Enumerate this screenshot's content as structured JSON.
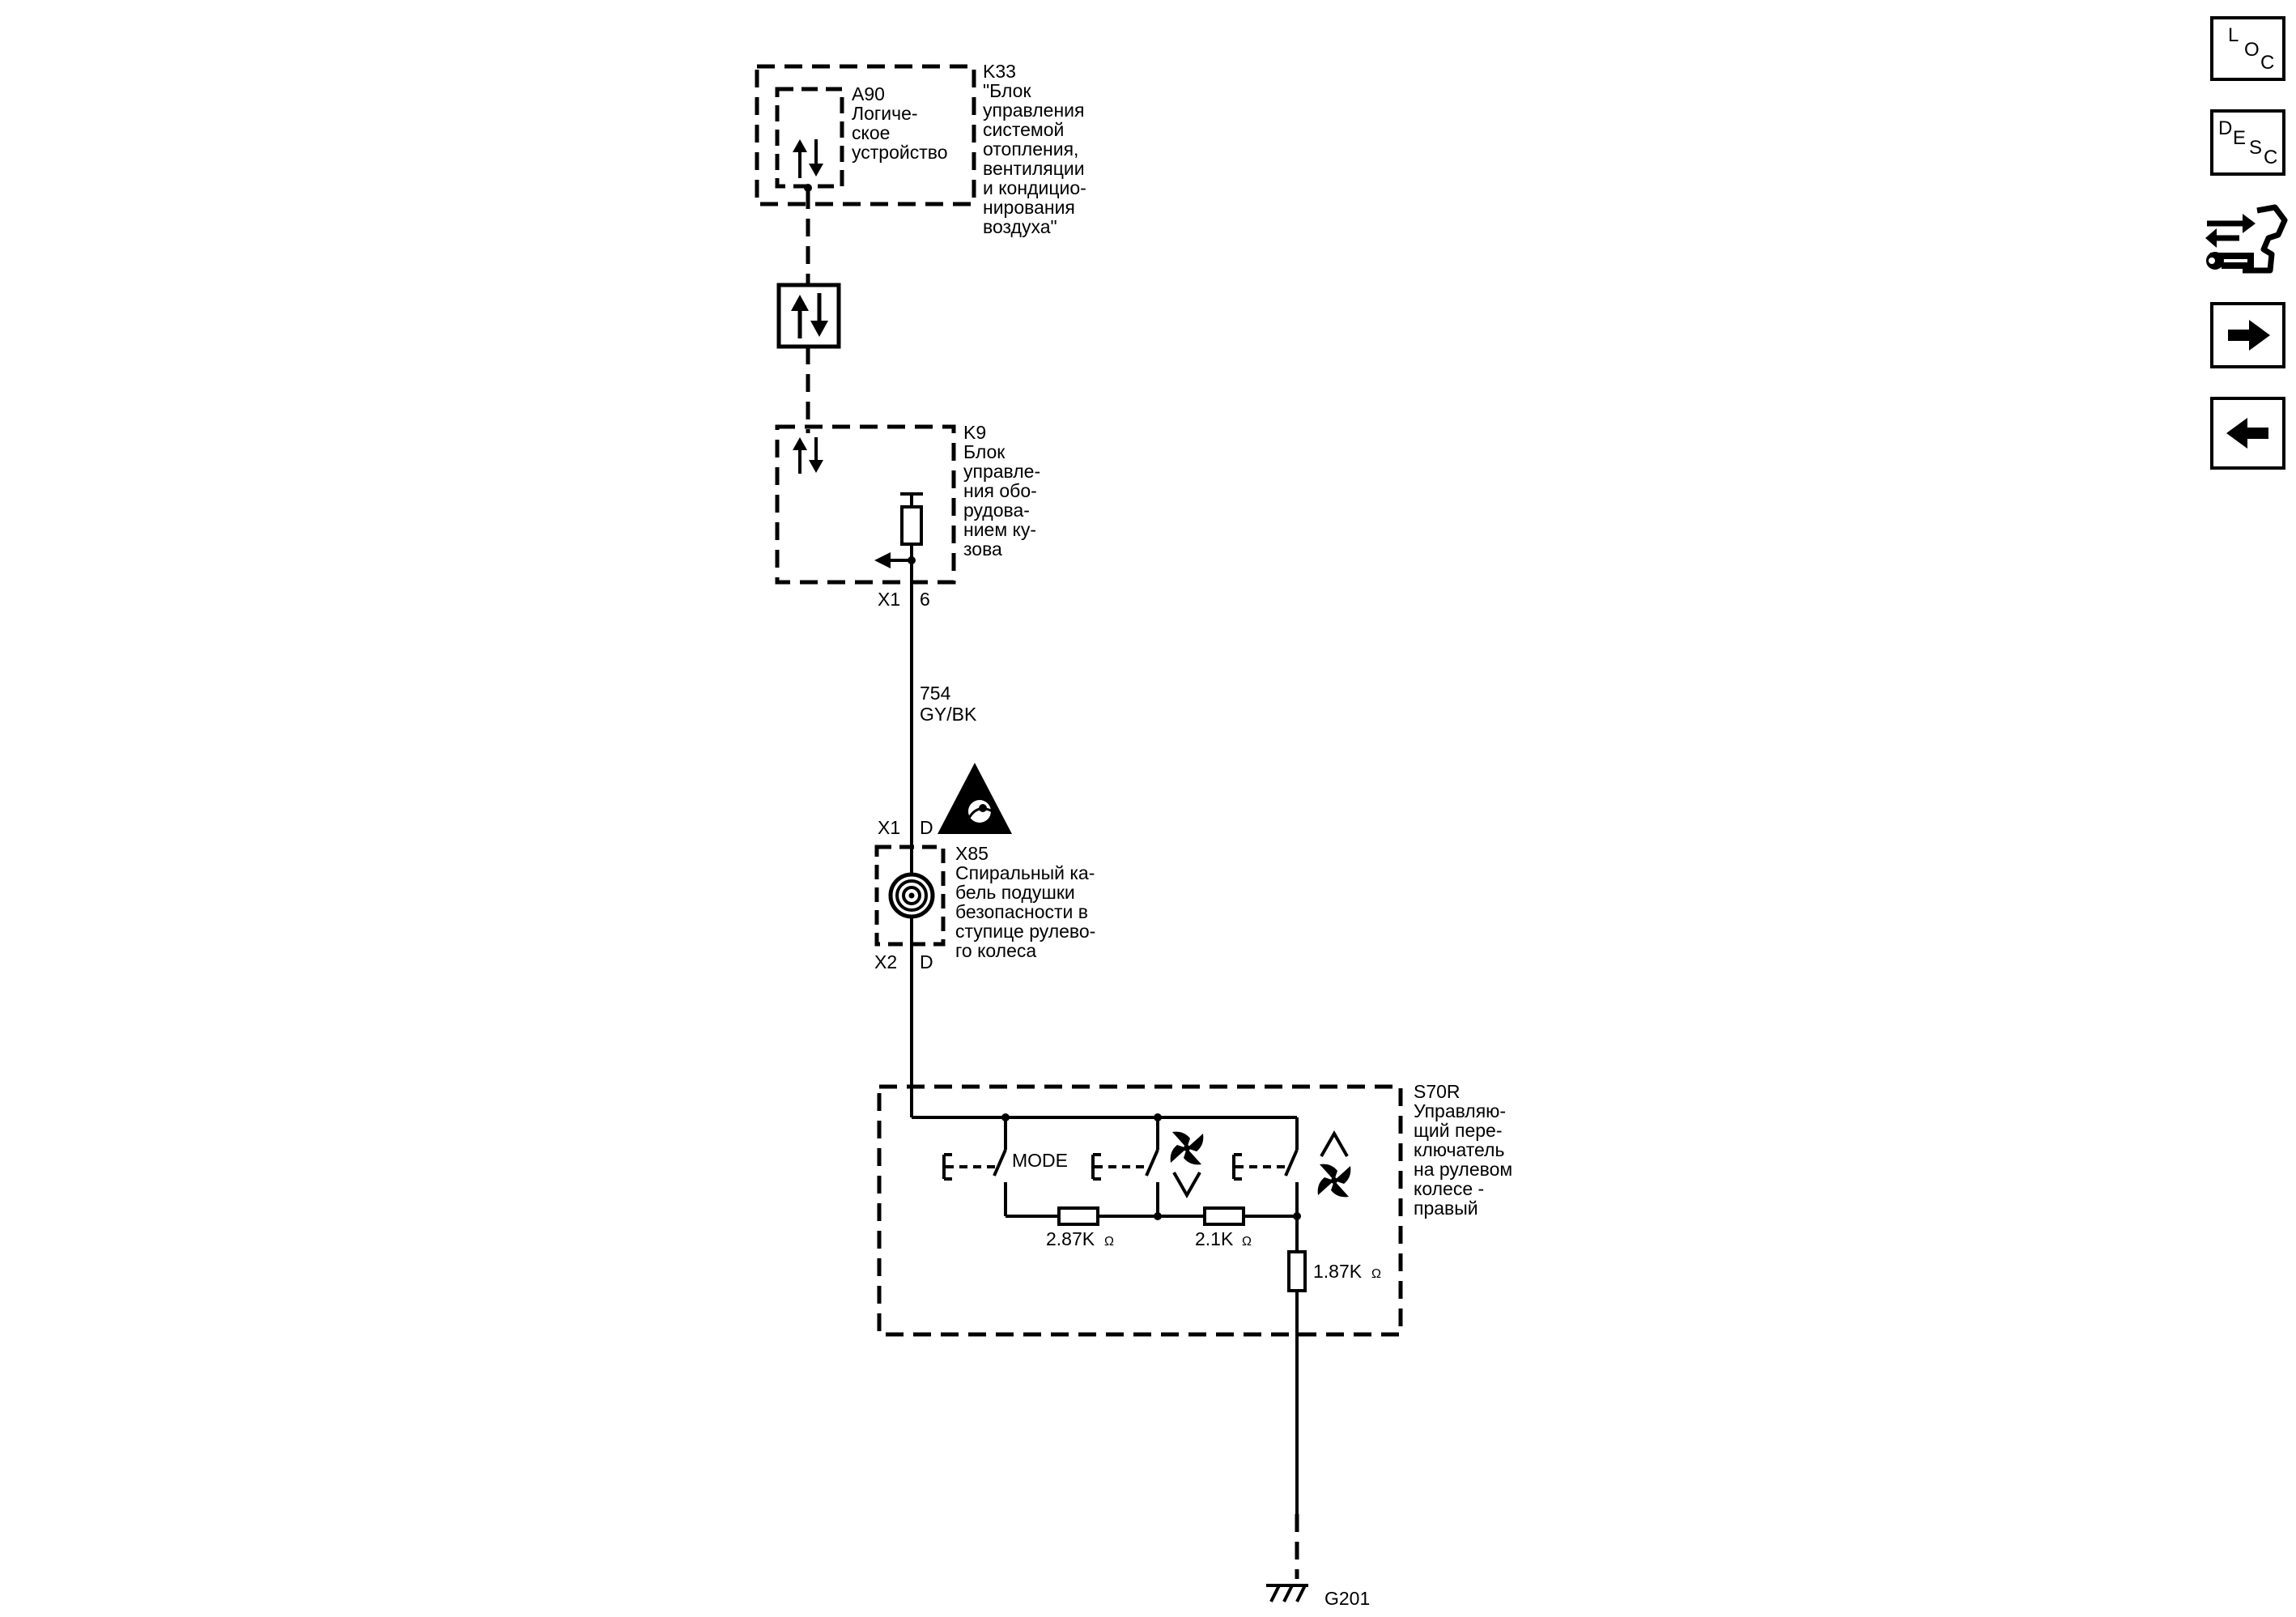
{
  "components": {
    "a90": {
      "code": "A90",
      "name_lines": [
        "Логиче-",
        "ское",
        "устройство"
      ]
    },
    "k33": {
      "code": "K33",
      "name_lines": [
        "\"Блок",
        "управления",
        "системой",
        "отопления,",
        "вентиляции",
        "и кондицио-",
        "нирования",
        "воздуха\""
      ]
    },
    "k9": {
      "code": "K9",
      "name_lines": [
        "Блок",
        "управле-",
        "ния обо-",
        "рудова-",
        "нием ку-",
        "зова"
      ]
    },
    "x85": {
      "code": "X85",
      "name_lines": [
        "Спиральный ка-",
        "бель подушки",
        "безопасности в",
        "ступице рулево-",
        "го колеса"
      ]
    },
    "s70r": {
      "code": "S70R",
      "name_lines": [
        "Управляю-",
        "щий пере-",
        "ключатель",
        "на рулевом",
        "колесе -",
        "правый"
      ]
    },
    "ground": {
      "code": "G201"
    }
  },
  "connectors": {
    "k9_conn": "X1",
    "k9_pin": "6",
    "x85_top_conn": "X1",
    "x85_top_pin": "D",
    "x85_bot_conn": "X2",
    "x85_bot_pin": "D"
  },
  "wire": {
    "circuit": "754",
    "color": "GY/BK"
  },
  "switch": {
    "mode_label": "MODE",
    "r1": "2.87K",
    "r2": "2.1K",
    "r3": "1.87K",
    "ohm": "Ω"
  },
  "nav": {
    "loc": [
      "L",
      "O",
      "C"
    ],
    "desc": [
      "D",
      "E",
      "S",
      "C"
    ],
    "icons": [
      "diagnostic-icon",
      "arrow-right-icon",
      "arrow-left-icon"
    ]
  }
}
